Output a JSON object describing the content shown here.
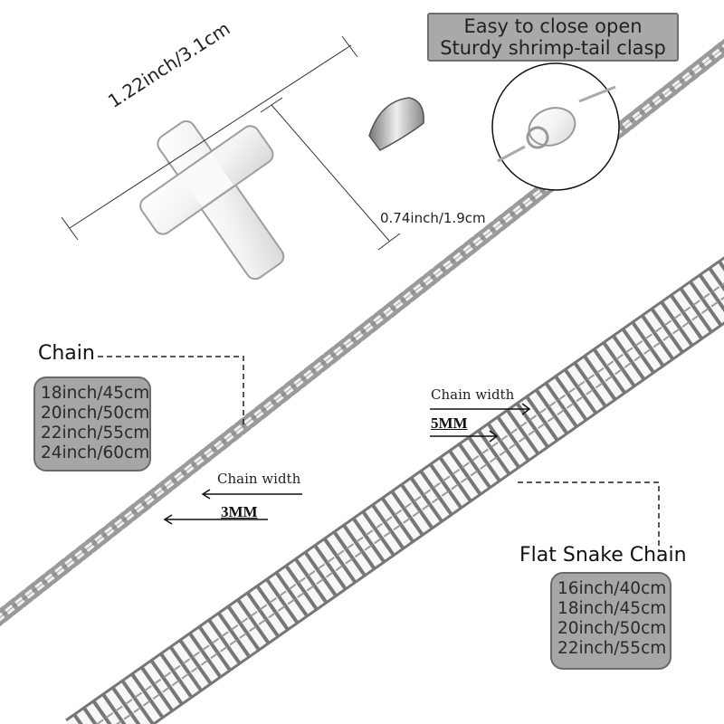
{
  "clasp_note": {
    "line1": "Easy to close open",
    "line2": "Sturdy shrimp-tail clasp"
  },
  "pendant": {
    "length_label": "1.22inch/3.1cm",
    "width_label": "0.74inch/1.9cm"
  },
  "curb_chain": {
    "title": "Chain",
    "width_caption": "Chain width",
    "width_value": "3MM",
    "sizes": [
      "18inch/45cm",
      "20inch/50cm",
      "22inch/55cm",
      "24inch/60cm"
    ]
  },
  "snake_chain": {
    "title": "Flat Snake Chain",
    "width_caption": "Chain width",
    "width_value": "5MM",
    "sizes": [
      "16inch/40cm",
      "18inch/45cm",
      "20inch/50cm",
      "22inch/55cm"
    ]
  },
  "colors": {
    "label_box": "#a9a9a9",
    "label_border": "#6f6f6f",
    "metal": "#c8c8c8"
  }
}
